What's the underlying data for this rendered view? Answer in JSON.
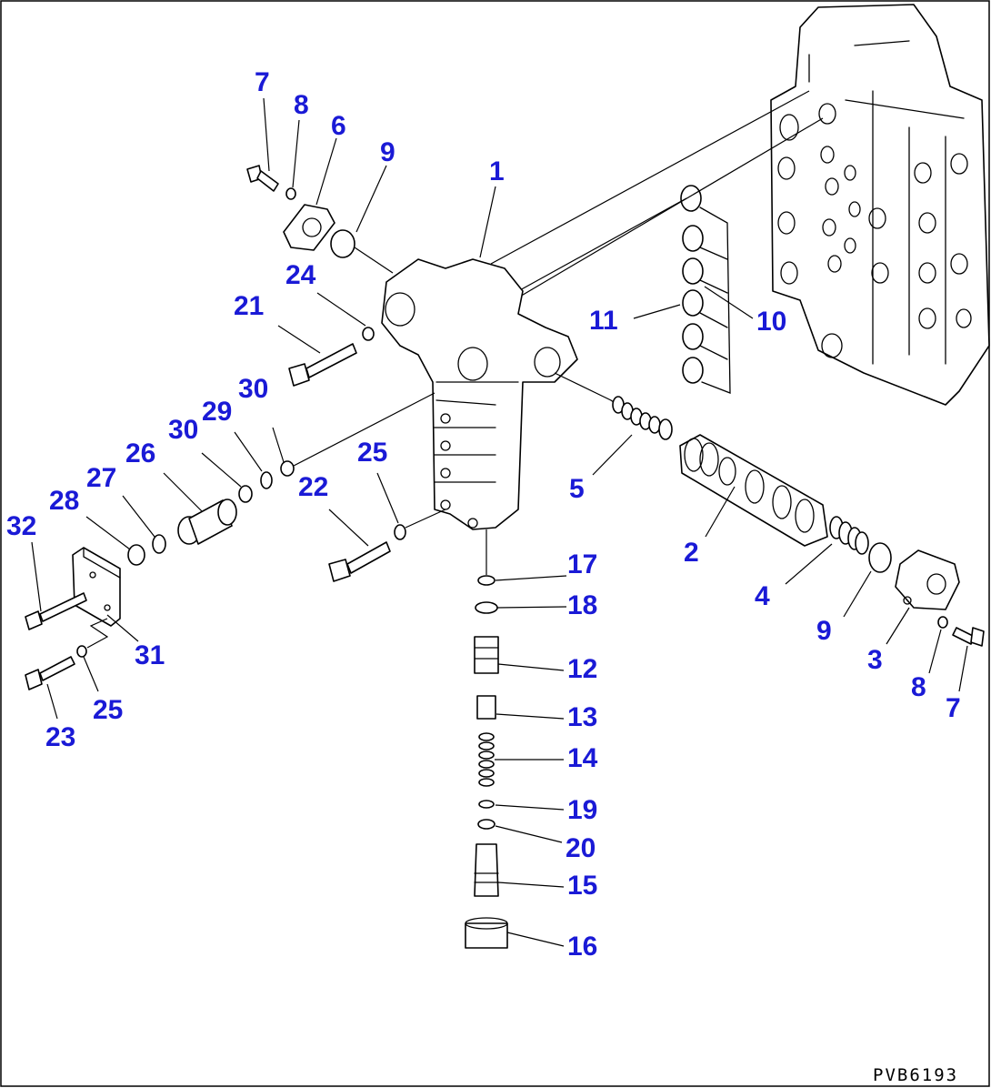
{
  "diagram_code": "PVB6193",
  "labels": {
    "l1": "1",
    "l2": "2",
    "l3": "3",
    "l4": "4",
    "l5": "5",
    "l6": "6",
    "l7a": "7",
    "l7b": "7",
    "l8a": "8",
    "l8b": "8",
    "l9a": "9",
    "l9b": "9",
    "l10": "10",
    "l11": "11",
    "l12": "12",
    "l13": "13",
    "l14": "14",
    "l15": "15",
    "l16": "16",
    "l17": "17",
    "l18": "18",
    "l19": "19",
    "l20": "20",
    "l21": "21",
    "l22": "22",
    "l23": "23",
    "l24": "24",
    "l25a": "25",
    "l25b": "25",
    "l26": "26",
    "l27": "27",
    "l28": "28",
    "l29": "29",
    "l30a": "30",
    "l30b": "30",
    "l31": "31",
    "l32": "32"
  }
}
